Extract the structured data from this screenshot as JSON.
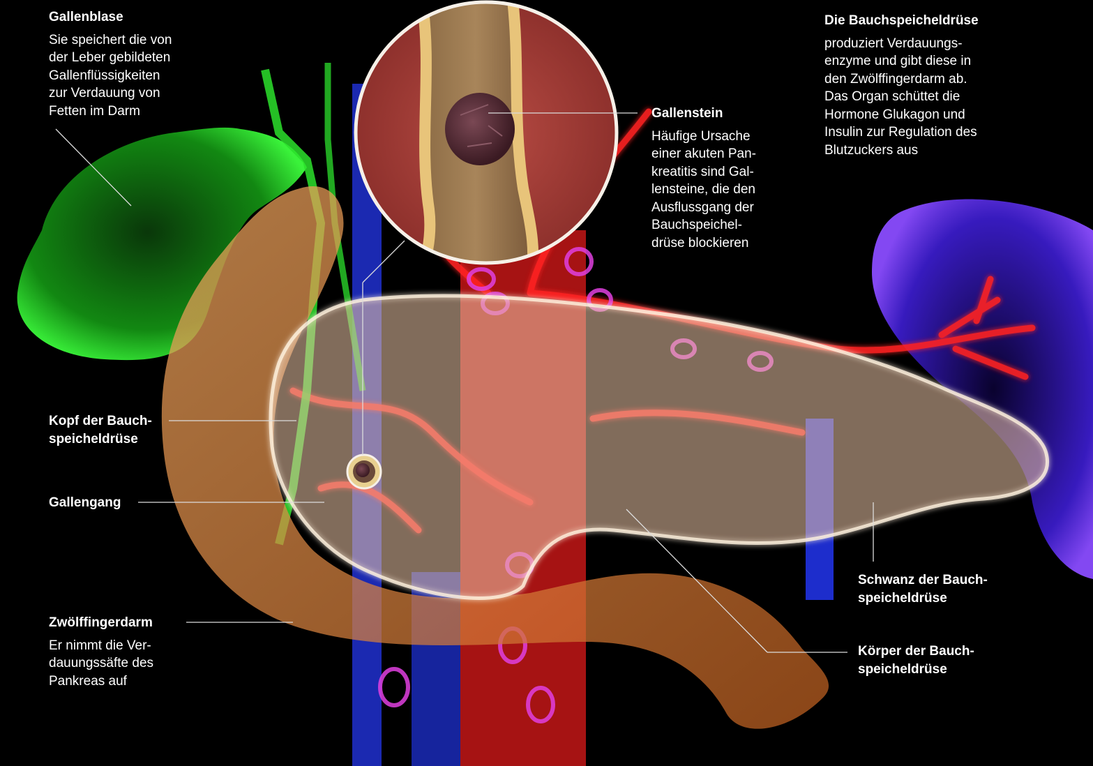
{
  "labels": {
    "gallenblase": {
      "title": "Gallenblase",
      "text": "Sie speichert die von\nder Leber gebildeten\nGallenflüssigkeiten\nzur Verdauung von\nFetten im Darm"
    },
    "bauchspeicheldruese": {
      "title": "Die Bauchspeicheldrüse",
      "text": "produziert Verdauungs-\nenzyme und gibt diese in\nden Zwölffingerdarm ab.\nDas Organ schüttet die\nHormone Glukagon und\nInsulin zur Regulation des\nBlutzuckers aus"
    },
    "gallenstein": {
      "title": "Gallenstein",
      "text": "Häufige Ursache\neiner akuten Pan-\nkreatitis sind Gal-\nlensteine, die den\nAusflussgang der\nBauchspeichel-\ndrüse blockieren"
    },
    "kopf": {
      "title": "Kopf der Bauch-\nspeicheldrüse"
    },
    "gallengang": {
      "title": "Gallengang"
    },
    "zwoelffingerdarm": {
      "title": "Zwölffingerdarm",
      "text": "Er nimmt die Ver-\ndauungssäfte des\nPankreas auf"
    },
    "schwanz": {
      "title": "Schwanz der Bauch-\nspeicheldrüse"
    },
    "koerper": {
      "title": "Körper der Bauch-\nspeicheldrüse"
    }
  },
  "colors": {
    "background": "#000000",
    "gallbladder": "#1fc41f",
    "duodenum": "#e08a3a",
    "pancreas": "#f3d2b8",
    "artery": "#ff2020",
    "vein": "#2a3cff",
    "spleen": "#5a2cff",
    "lymph": "#e040e0",
    "stone": "#5a3038",
    "duct_wall": "#d8b46a"
  }
}
